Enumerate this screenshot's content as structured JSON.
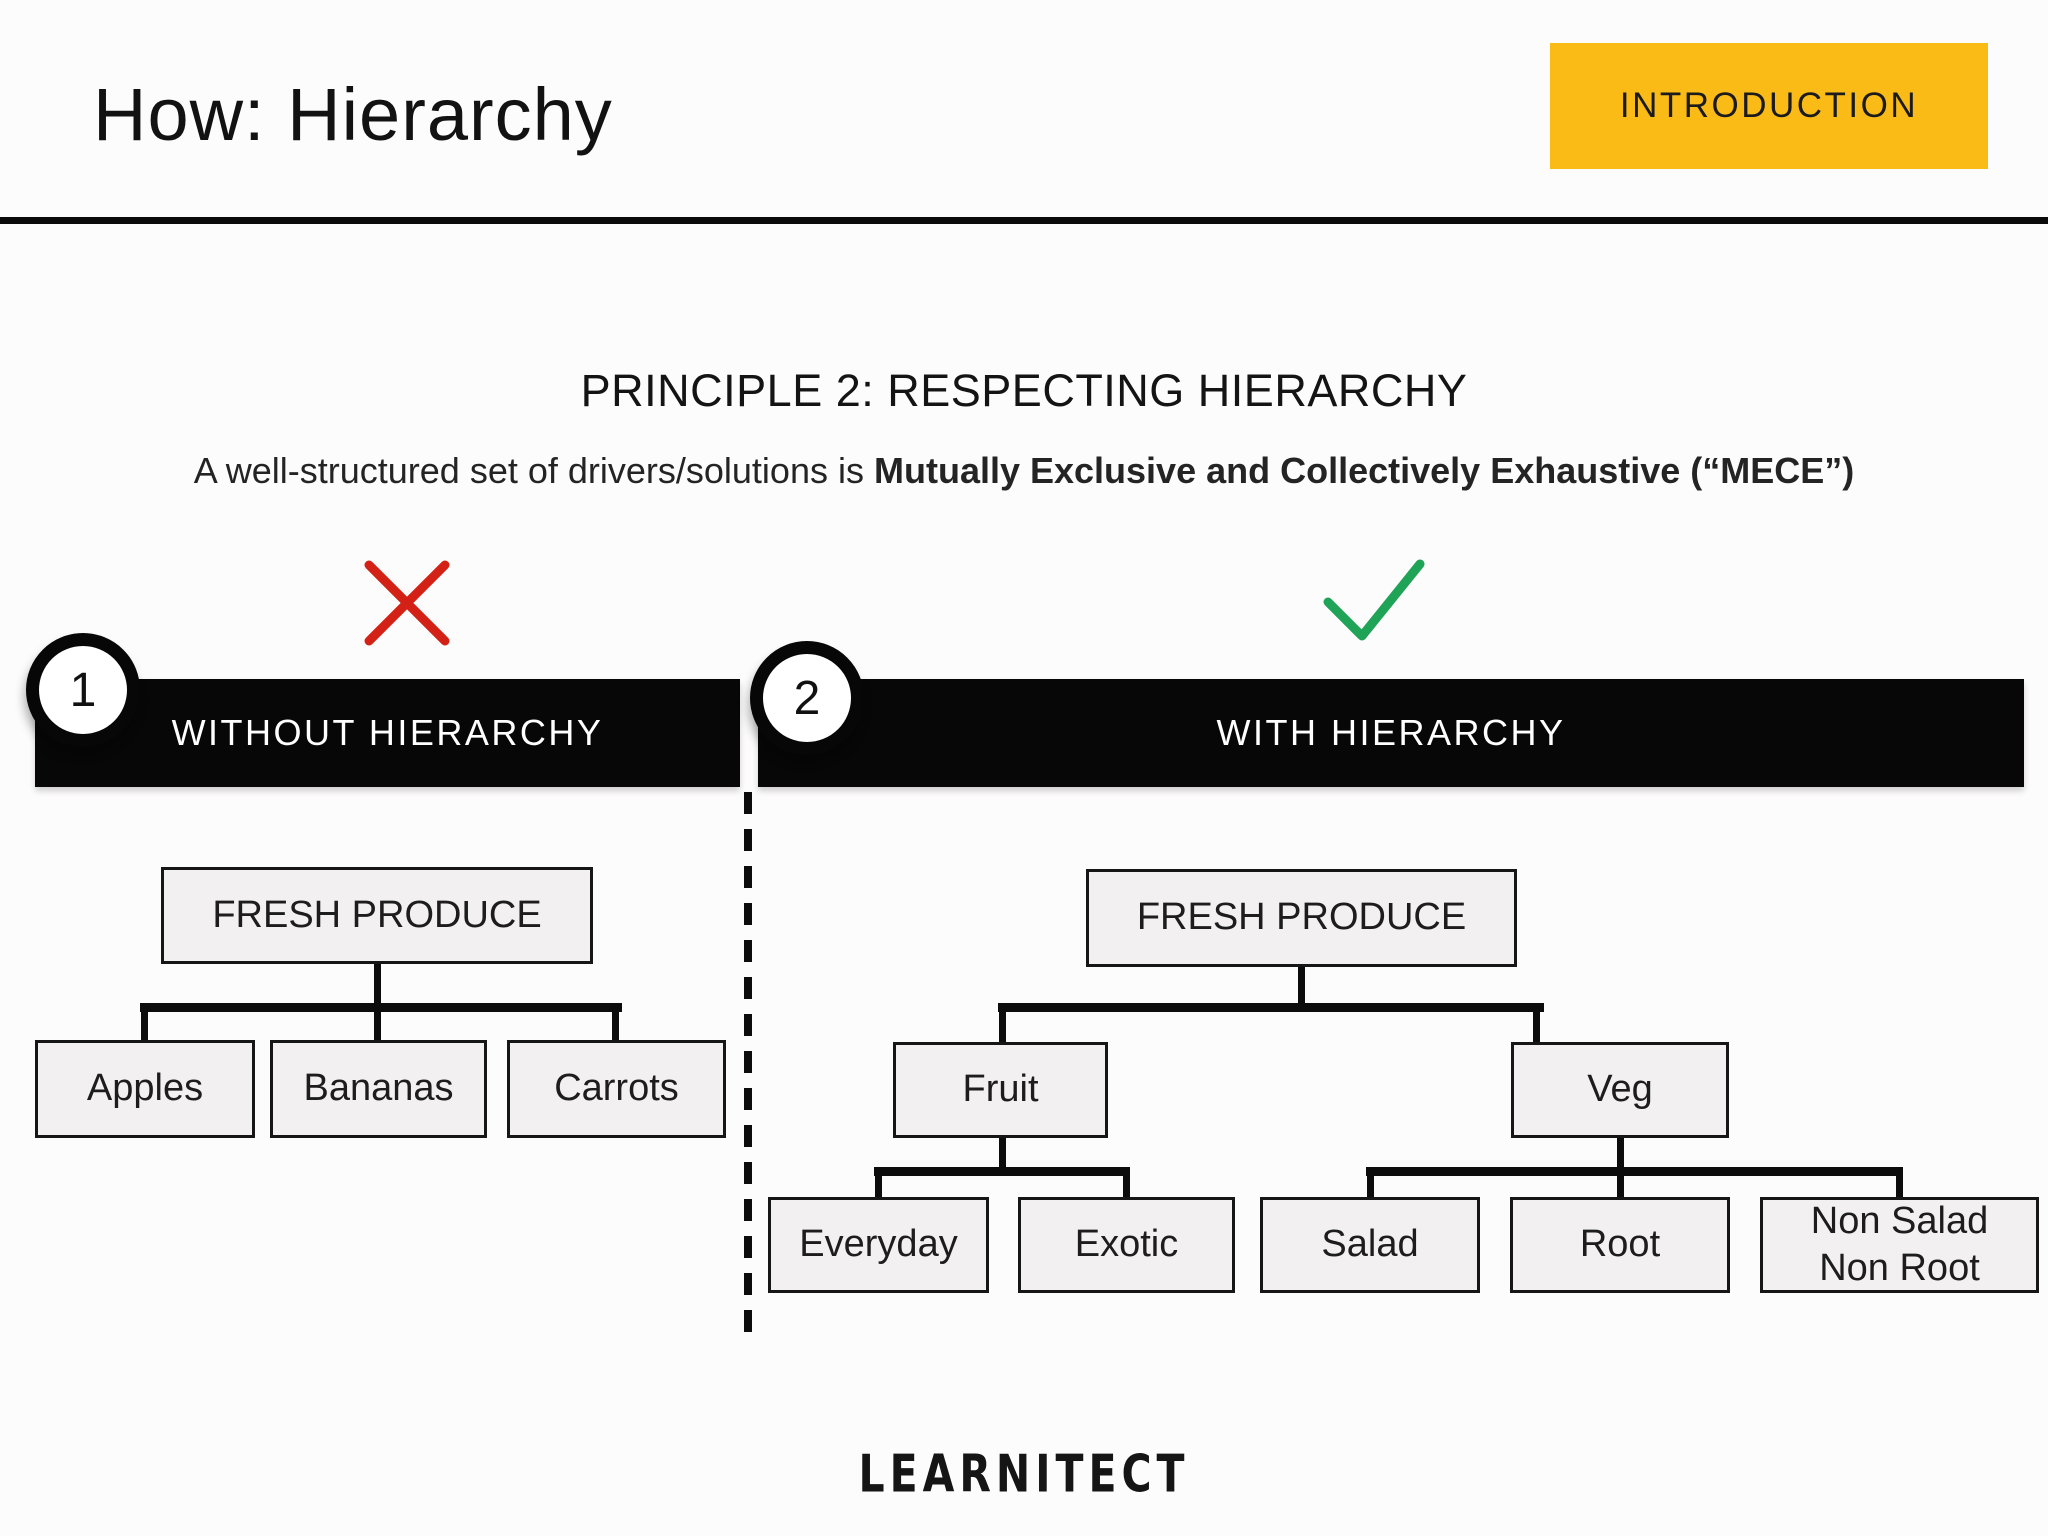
{
  "header": {
    "title": "How: Hierarchy",
    "badge": "INTRODUCTION"
  },
  "principle": {
    "heading": "PRINCIPLE 2: RESPECTING HIERARCHY",
    "subtitle_regular": "A well-structured set of drivers/solutions is ",
    "subtitle_bold": "Mutually Exclusive and Collectively Exhaustive (“MECE”)"
  },
  "sections": {
    "left": {
      "number": "1",
      "label": "WITHOUT HIERARCHY",
      "verdict_icon": "cross-icon"
    },
    "right": {
      "number": "2",
      "label": "WITH HIERARCHY",
      "verdict_icon": "check-icon"
    }
  },
  "left_tree": {
    "root": "FRESH PRODUCE",
    "children": [
      "Apples",
      "Bananas",
      "Carrots"
    ]
  },
  "right_tree": {
    "root": "FRESH PRODUCE",
    "level1": [
      "Fruit",
      "Veg"
    ],
    "fruit_children": [
      "Everyday",
      "Exotic"
    ],
    "veg_children": [
      "Salad",
      "Root",
      "Non Salad Non Root"
    ]
  },
  "footer": {
    "logo": "LEARNITECT"
  },
  "colors": {
    "badge_background": "#FBBB17",
    "cross_red": "#D42116",
    "check_green": "#1FA357",
    "banner_black": "#070707",
    "node_fill": "#F2F0F0"
  }
}
